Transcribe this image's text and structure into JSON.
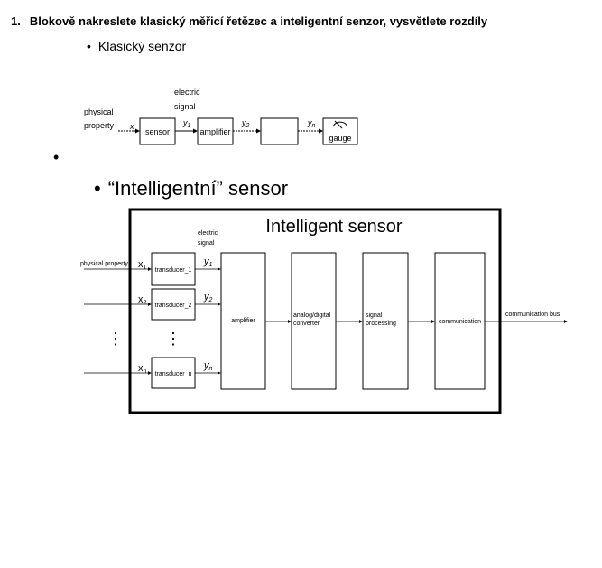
{
  "heading": {
    "number": "1.",
    "text": "Blokově nakreslete klasický měřicí řetězec a inteligentní senzor, vysvětlete rozdíly"
  },
  "bullets": {
    "classic": "Klasický senzor",
    "intelligent": "“Intelligentní” sensor"
  },
  "classic_diagram": {
    "physical_property": [
      "physical",
      "property"
    ],
    "electric_signal": [
      "electric",
      "signal"
    ],
    "x": "x",
    "y1": "y",
    "y1_sub": "1",
    "y2": "y",
    "y2_sub": "2",
    "yn": "y",
    "yn_sub": "n",
    "sensor": "sensor",
    "amplifier": "amplifier",
    "gauge": "gauge"
  },
  "intelligent_diagram": {
    "title": "Intelligent sensor",
    "electric_signal": [
      "electric",
      "signal"
    ],
    "physical_property": "physical property",
    "x1": "x",
    "x1_sub": "1",
    "x2": "x",
    "x2_sub": "2",
    "xn": "x",
    "xn_sub": "n",
    "y1": "y",
    "y1_sub": "1",
    "y2": "y",
    "y2_sub": "2",
    "yn": "y",
    "yn_sub": "n",
    "transducer_1": "transducer_1",
    "transducer_2": "transducer_2",
    "transducer_n": "transducer_n",
    "amplifier": "amplifier",
    "adc": [
      "analog/digital",
      "converter"
    ],
    "signal_processing": [
      "signal",
      "processing"
    ],
    "communication": "communication",
    "communication_bus": "communication bus",
    "ellipsis": "⋮"
  }
}
